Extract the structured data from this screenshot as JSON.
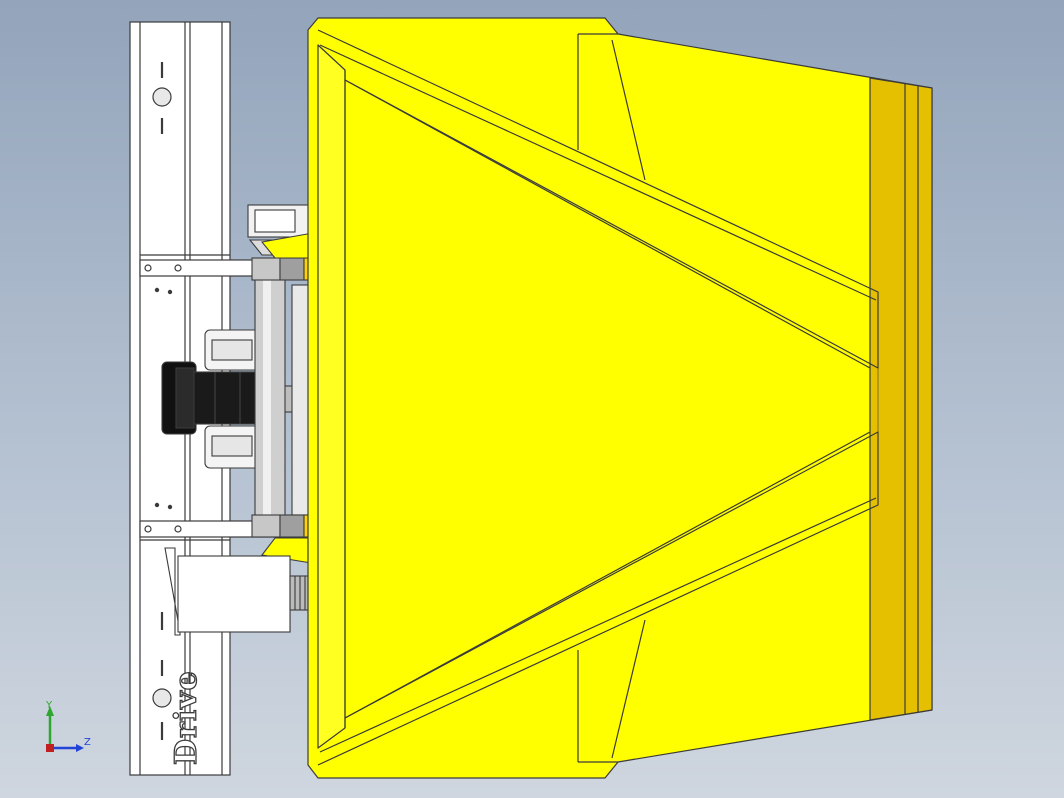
{
  "brand_text": "Drive",
  "triad": {
    "y_label": "Y",
    "z_label": "Z"
  },
  "colors": {
    "background_top": "#93a4bb",
    "background_bottom": "#cfd6df",
    "tray_yellow": "#ffff00",
    "tray_dark_yellow": "#e5c000",
    "outline": "#3b3b3b",
    "frame": "#ffffff",
    "metal": "#c7c7c7",
    "motor": "#111111",
    "axis_y": "#2fa62f",
    "axis_z": "#2143d6",
    "axis_x": "#c02020"
  }
}
